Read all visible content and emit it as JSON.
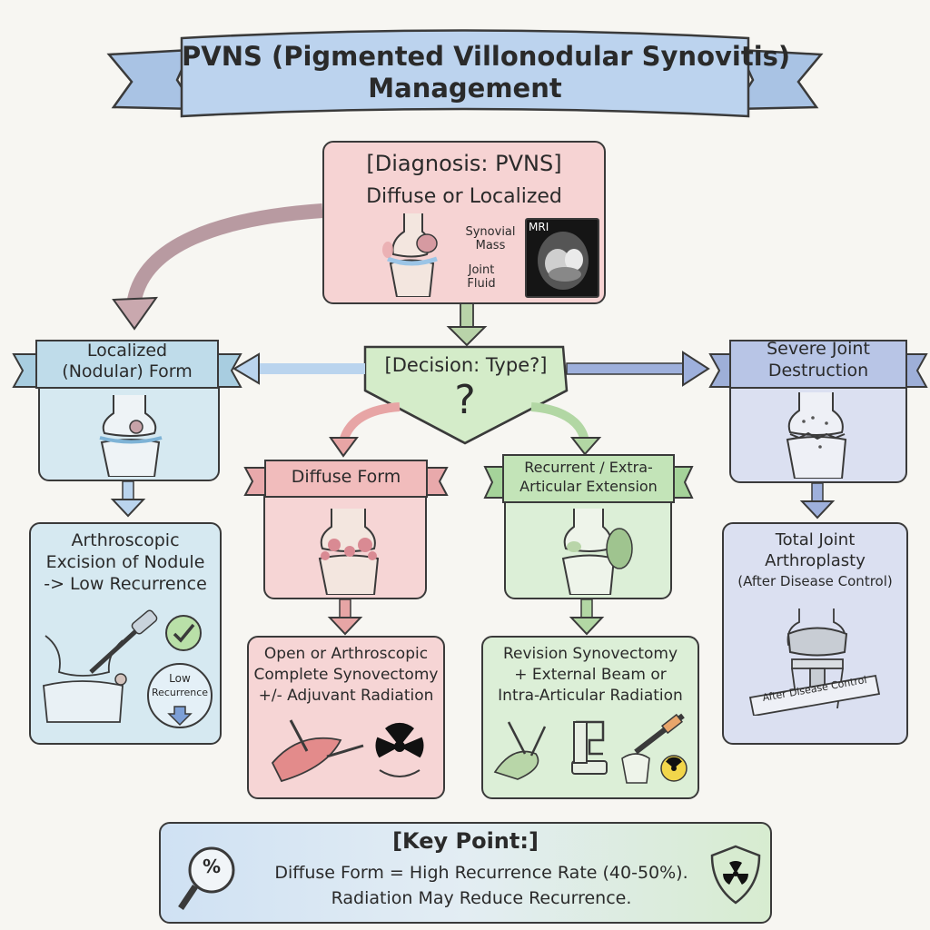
{
  "title": {
    "line1": "PVNS (Pigmented Villonodular Synovitis)",
    "line2": "Management"
  },
  "diagnosis": {
    "heading": "[Diagnosis: PVNS]",
    "subheading": "Diffuse or Localized",
    "label_mass_1": "Synovial",
    "label_mass_2": "Mass",
    "label_fluid_1": "Joint",
    "label_fluid_2": "Fluid",
    "mri_label": "MRI"
  },
  "decision": {
    "label": "[Decision: Type?]",
    "symbol": "?"
  },
  "localized": {
    "ribbon_1": "Localized",
    "ribbon_2": "(Nodular) Form",
    "treatment_1": "Arthroscopic",
    "treatment_2": "Excision of Nodule",
    "treatment_3": "-> Low Recurrence",
    "badge_1": "Low",
    "badge_2": "Recurrence"
  },
  "diffuse": {
    "ribbon": "Diffuse Form",
    "treatment_1": "Open or Arthroscopic",
    "treatment_2": "Complete Synovectomy",
    "treatment_3": "+/- Adjuvant Radiation"
  },
  "recurrent": {
    "ribbon_1": "Recurrent / Extra-",
    "ribbon_2": "Articular Extension",
    "treatment_1": "Revision Synovectomy",
    "treatment_2": "+ External Beam or",
    "treatment_3": "Intra-Articular Radiation"
  },
  "severe": {
    "ribbon_1": "Severe Joint",
    "ribbon_2": "Destruction",
    "treatment_1": "Total Joint",
    "treatment_2": "Arthroplasty",
    "treatment_3": "(After Disease Control)",
    "tag": "After Disease Control"
  },
  "key_point": {
    "heading": "[Key Point:]",
    "line1": "Diffuse Form = High Recurrence Rate (40-50%).",
    "line2": "Radiation May Reduce Recurrence.",
    "icon_symbol": "%"
  },
  "colors": {
    "pink": "#f6d5d5",
    "blue": "#d6e9f1",
    "green": "#dcefd7",
    "violet": "#dbe0f1",
    "ribbon_blue": "#b9d3ea"
  }
}
